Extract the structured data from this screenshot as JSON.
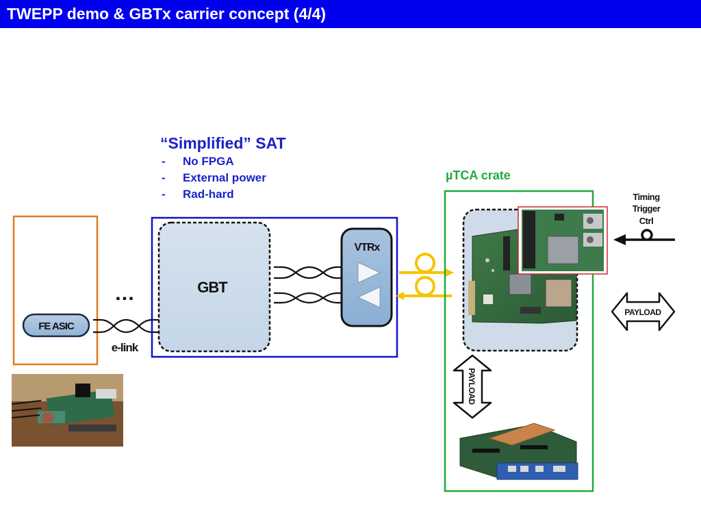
{
  "slide": {
    "title": "TWEPP demo & GBTx carrier concept (4/4)"
  },
  "sat": {
    "heading": "“Simplified” SAT",
    "bullets": [
      {
        "dash": "-",
        "text": "No FPGA"
      },
      {
        "dash": "-",
        "text": "External power"
      },
      {
        "dash": "-",
        "text": "Rad-hard"
      }
    ]
  },
  "blocks": {
    "fe_asic": "FE ASIC",
    "ellipsis": "…",
    "elink": "e-link",
    "gbt": "GBT",
    "vtrx": "VTRx"
  },
  "crate": {
    "label": "µTCA crate",
    "timing_lines": [
      "Timing",
      "Trigger",
      "Ctrl"
    ],
    "payload_right": "PAYLOAD",
    "payload_vertical": "PAYLOAD"
  },
  "colors": {
    "title_bg": "#0000ee",
    "sat_text": "#1a22c8",
    "fe_box": "#e07a1f",
    "sat_box": "#1010d0",
    "crate_box": "#1faa3c",
    "fiber": "#f5c400"
  }
}
